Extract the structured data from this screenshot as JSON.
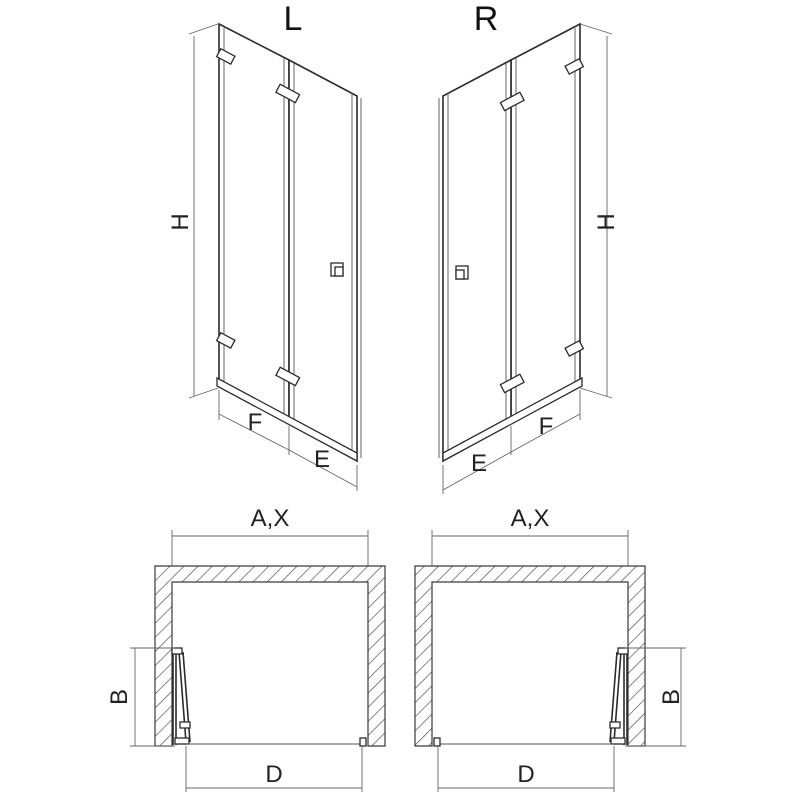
{
  "views": {
    "left_label": "L",
    "right_label": "R"
  },
  "dimensions": {
    "height": "H",
    "panel_width": "F",
    "extension": "E",
    "width": "A,X",
    "depth": "B",
    "entry": "D"
  },
  "colors": {
    "line": "#2b2b2b",
    "hatch": "#555555",
    "background": "#ffffff"
  }
}
